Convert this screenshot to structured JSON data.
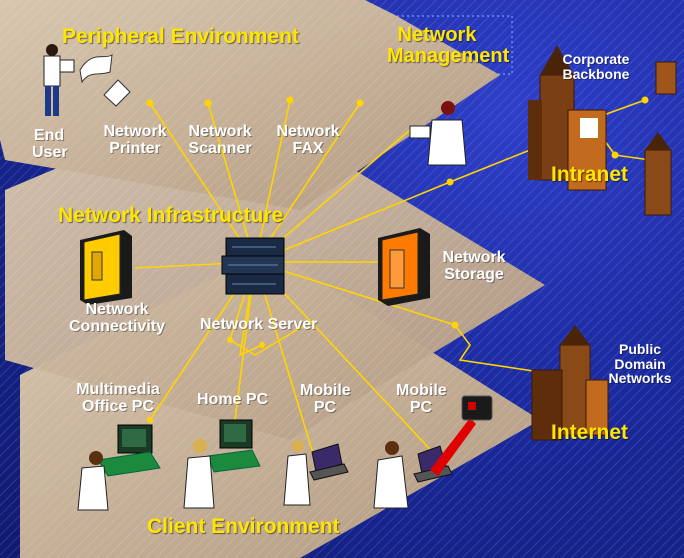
{
  "zones": {
    "peripheral": "Peripheral Environment",
    "infrastructure": "Network Infrastructure",
    "client": "Client Environment",
    "management": "Network Management",
    "intranet": "Intranet",
    "internet": "Internet"
  },
  "nodes": {
    "end_user": "End User",
    "printer": "Network Printer",
    "scanner": "Network Scanner",
    "fax": "Network FAX",
    "connectivity": "Network Connectivity",
    "server": "Network Server",
    "storage": "Network Storage",
    "corporate_backbone": "Corporate Backbone",
    "public_networks": "Public Domain Networks",
    "multimedia_pc": "Multimedia Office PC",
    "home_pc": "Home PC",
    "mobile_pc_1": "Mobile PC",
    "mobile_pc_2": "Mobile PC"
  },
  "colors": {
    "background": "#1b2a9e",
    "panel": "#c9b49c",
    "link": "#ffd400",
    "zone_label": "#ffe600"
  }
}
